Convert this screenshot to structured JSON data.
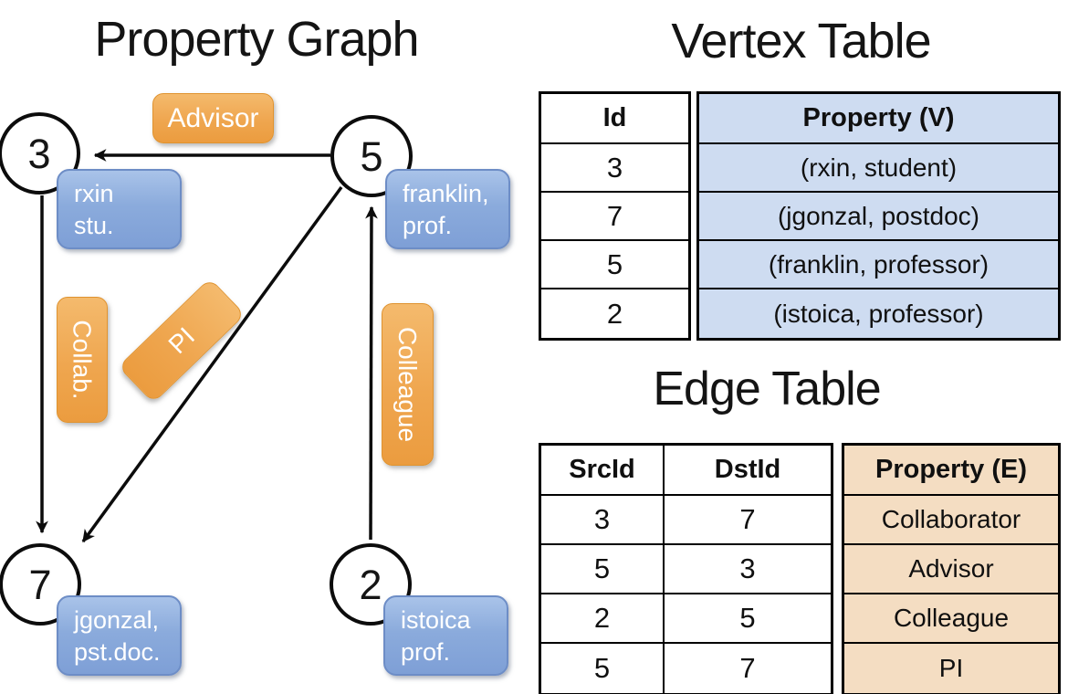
{
  "graph": {
    "title": "Property Graph",
    "nodes": [
      {
        "id": "3",
        "line1": "rxin",
        "line2": "stu."
      },
      {
        "id": "5",
        "line1": "franklin,",
        "line2": "prof."
      },
      {
        "id": "7",
        "line1": "jgonzal,",
        "line2": "pst.doc."
      },
      {
        "id": "2",
        "line1": "istoica",
        "line2": "prof."
      }
    ],
    "edge_labels": {
      "advisor": "Advisor",
      "collab": "Collab.",
      "pi": "PI",
      "colleague": "Colleague"
    }
  },
  "vertex_table": {
    "title": "Vertex Table",
    "columns": {
      "id": "Id",
      "property": "Property (V)"
    },
    "rows": [
      {
        "id": "3",
        "property": "(rxin, student)"
      },
      {
        "id": "7",
        "property": "(jgonzal, postdoc)"
      },
      {
        "id": "5",
        "property": "(franklin, professor)"
      },
      {
        "id": "2",
        "property": "(istoica, professor)"
      }
    ]
  },
  "edge_table": {
    "title": "Edge Table",
    "columns": {
      "src": "SrcId",
      "dst": "DstId",
      "property": "Property (E)"
    },
    "rows": [
      {
        "src": "3",
        "dst": "7",
        "property": "Collaborator"
      },
      {
        "src": "5",
        "dst": "3",
        "property": "Advisor"
      },
      {
        "src": "2",
        "dst": "5",
        "property": "Colleague"
      },
      {
        "src": "5",
        "dst": "7",
        "property": "PI"
      }
    ]
  },
  "colors": {
    "edge_label_orange": "#efa64f",
    "vertex_card_blue": "#8babdc",
    "vertex_table_cell_blue": "#cedcf1",
    "edge_table_cell_tan": "#f4ddc2",
    "line_black": "#0c0c0c"
  }
}
